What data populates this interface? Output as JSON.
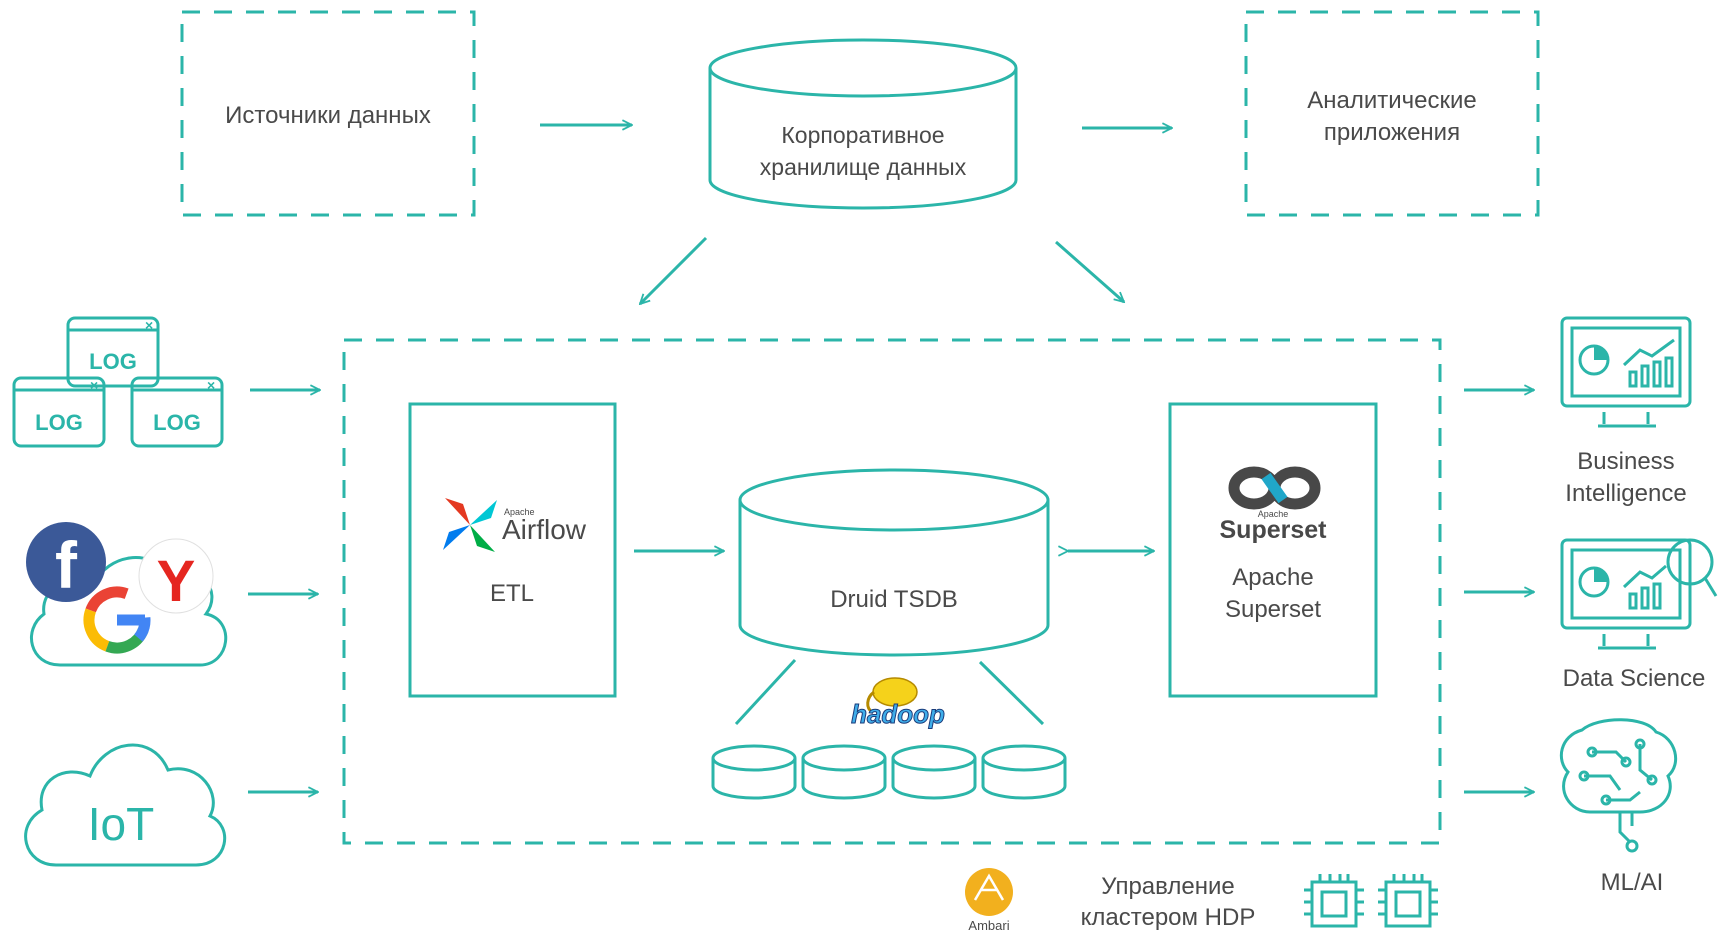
{
  "top": {
    "sources_label": "Источники данных",
    "warehouse_label": [
      "Корпоративное",
      "хранилище данных"
    ],
    "apps_label": [
      "Аналитические",
      "приложения"
    ]
  },
  "inputs": {
    "log_label": "LOG",
    "iot_label": "IoT"
  },
  "platform": {
    "airflow_logo_small": "Apache",
    "airflow_logo": "Airflow",
    "etl_label": "ETL",
    "druid_label": "Druid TSDB",
    "hadoop_logo": "hadoop",
    "superset_logo_small": "Apache",
    "superset_logo": "Superset",
    "superset_label": [
      "Apache",
      "Superset"
    ]
  },
  "outputs": {
    "bi_label": [
      "Business",
      "Intelligence"
    ],
    "ds_label": "Data Science",
    "ml_label": "ML/AI"
  },
  "management": {
    "ambari_logo": "Ambari",
    "label": [
      "Управление",
      "кластером HDP"
    ]
  },
  "colors": {
    "accent": "#2bb5a9",
    "text": "#4a4a4a",
    "facebook": "#3b5998",
    "yandex": "#e52620",
    "ambari": "#f2b01e"
  }
}
